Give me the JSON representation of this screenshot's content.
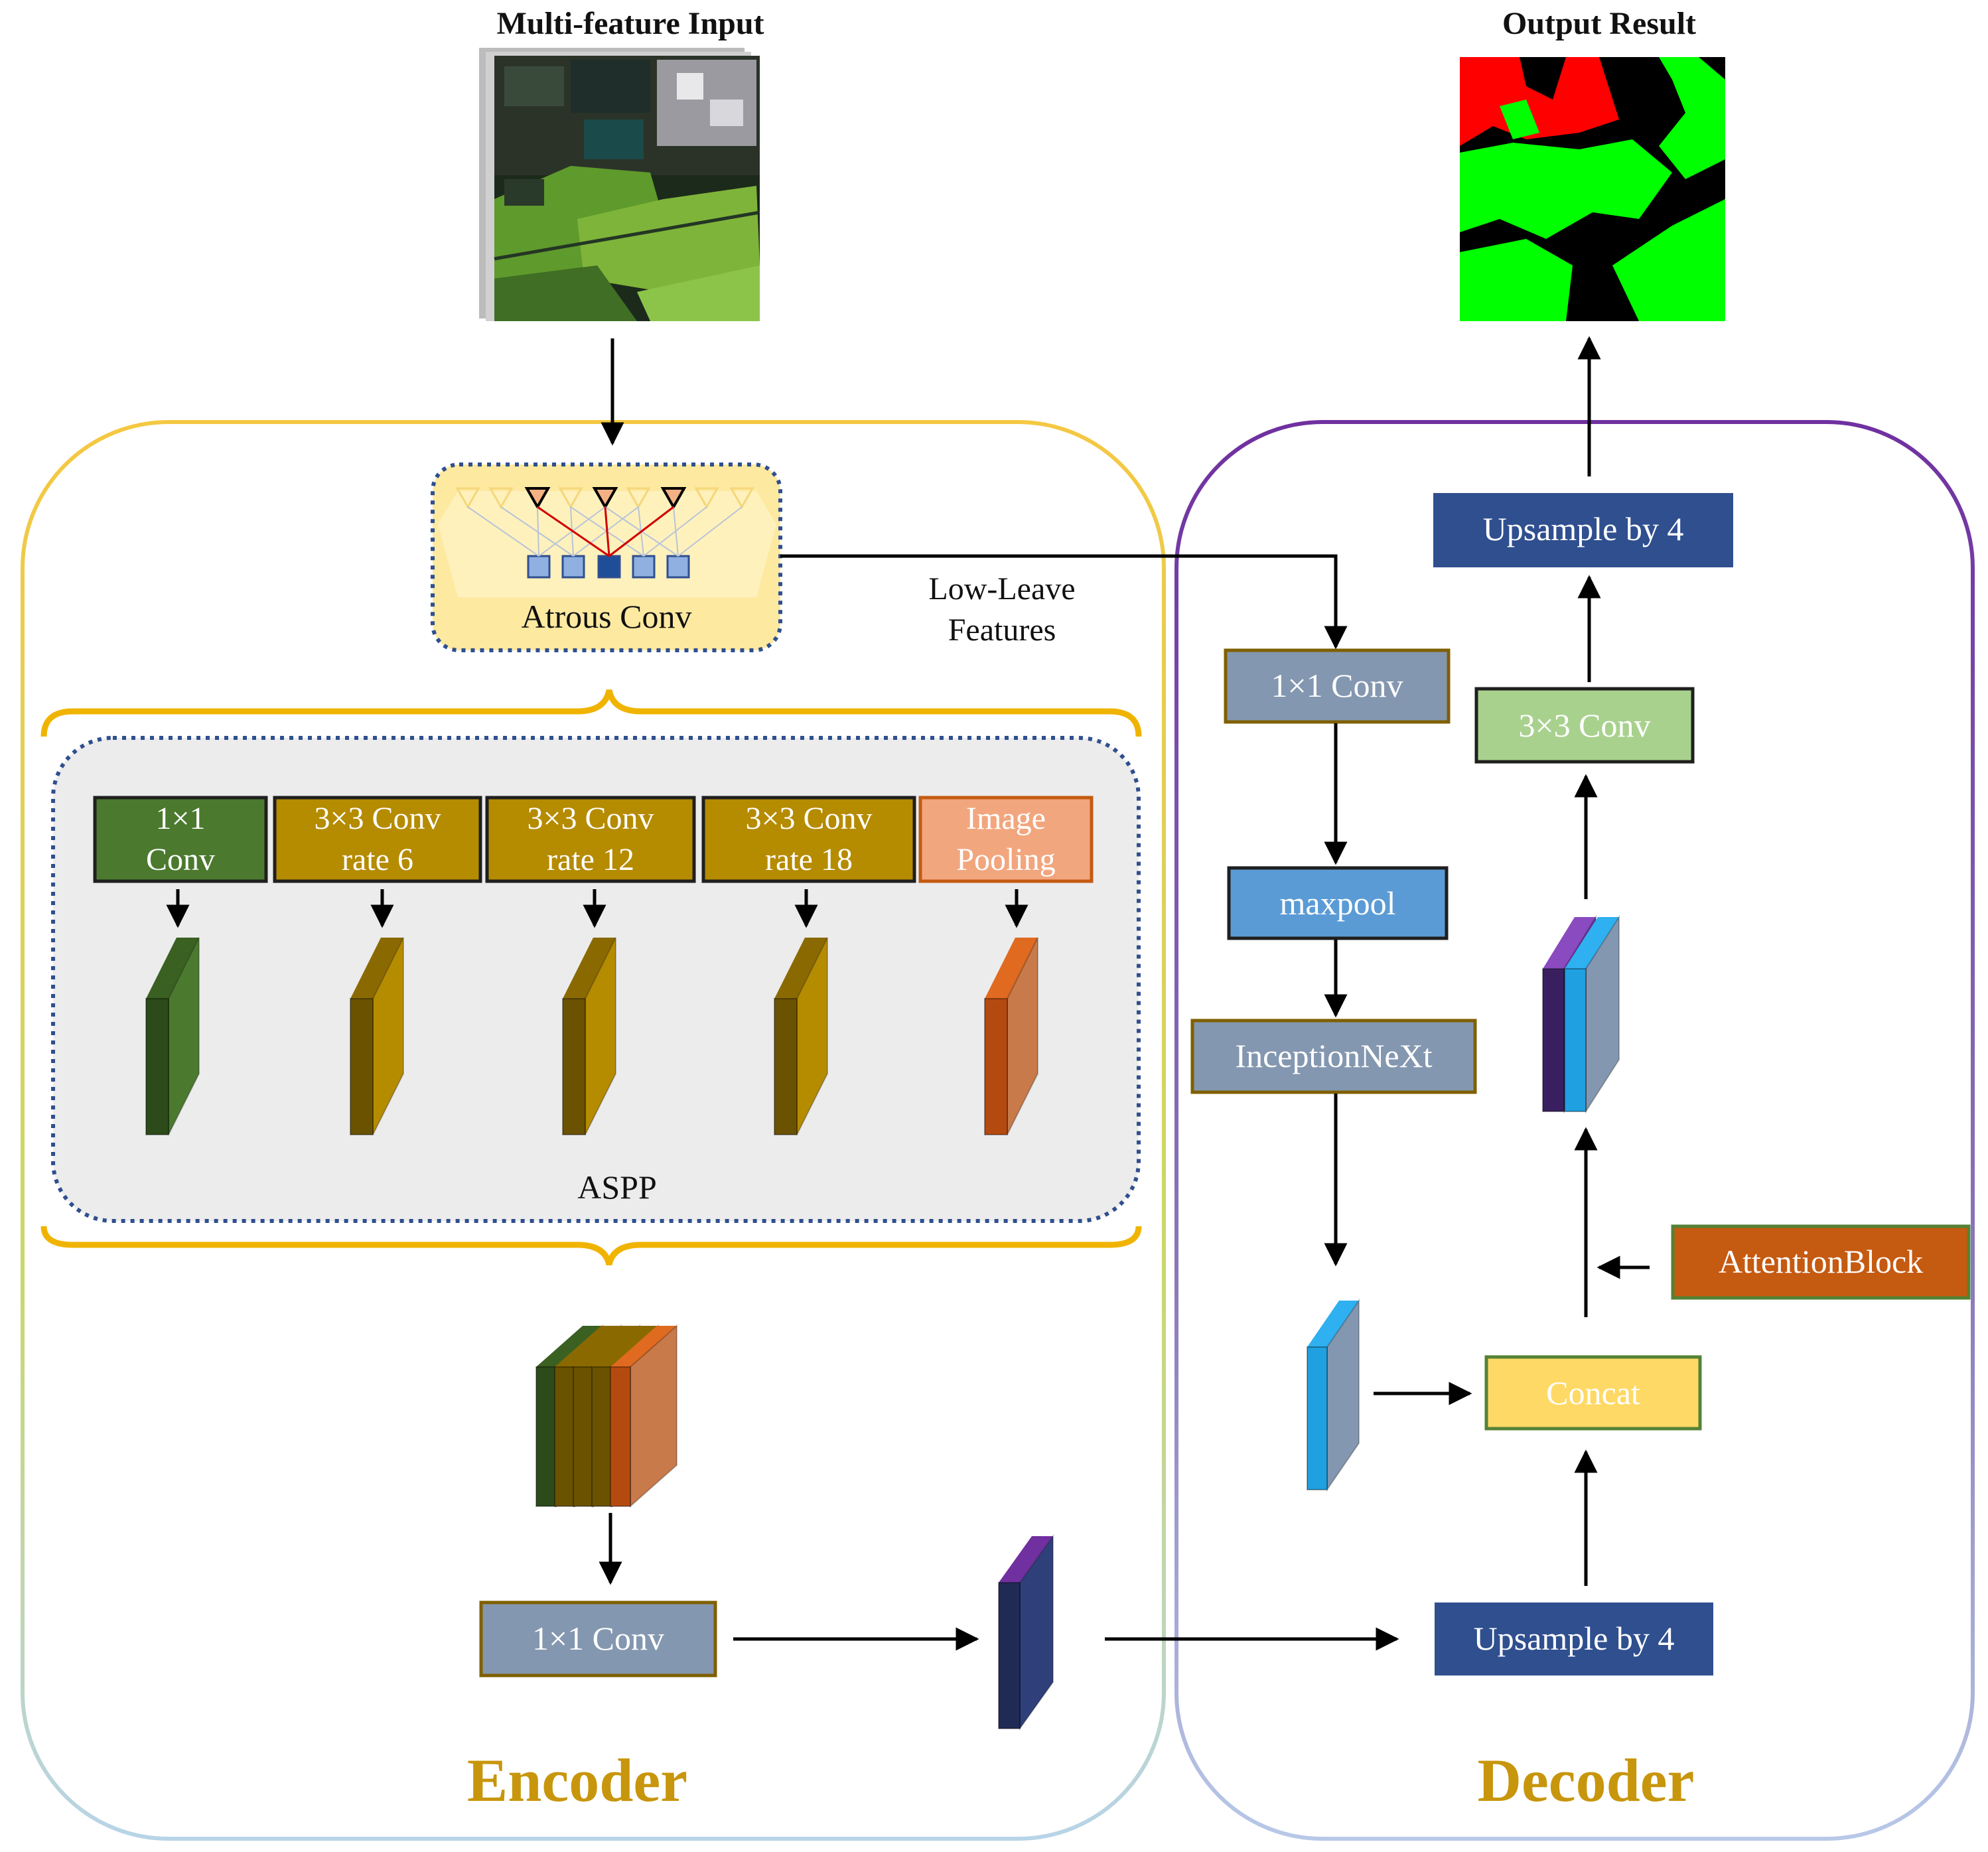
{
  "header": {
    "input_title": "Multi-feature Input",
    "output_title": "Output Result"
  },
  "encoder": {
    "label": "Encoder",
    "atrous_label": "Atrous Conv",
    "low_level_label_line1": "Low-Leave",
    "low_level_label_line2": "Features",
    "aspp_label": "ASPP",
    "branches": [
      {
        "line1": "1×1",
        "line2": "Conv",
        "fill": "#4b7a2f",
        "text": "#ffffff"
      },
      {
        "line1": "3×3 Conv",
        "line2": "rate 6",
        "fill": "#b58b00",
        "text": "#ffffff"
      },
      {
        "line1": "3×3 Conv",
        "line2": "rate 12",
        "fill": "#b58b00",
        "text": "#ffffff"
      },
      {
        "line1": "3×3 Conv",
        "line2": "rate 18",
        "fill": "#b58b00",
        "text": "#ffffff"
      },
      {
        "line1": "Image",
        "line2": "Pooling",
        "fill": "#f2a67e",
        "text": "#ffffff"
      }
    ],
    "conv1x1_label": "1×1 Conv"
  },
  "decoder": {
    "label": "Decoder",
    "conv1x1_label": "1×1 Conv",
    "maxpool_label": "maxpool",
    "inception_label": "InceptionNeXt",
    "concat_label": "Concat",
    "attention_label": "AttentionBlock",
    "conv3x3_label": "3×3 Conv",
    "upsample_top_label": "Upsample by 4",
    "upsample_bottom_label": "Upsample by 4"
  },
  "colors": {
    "encoder_border": "#f0c419",
    "decoder_border": "#7030a0",
    "title_gold": "#c8960c",
    "aspp_bg": "#ececec",
    "dot_border": "#2f4f8f",
    "atrous_bg": "#fde9a0",
    "gray_blue": "#8497b0",
    "dark_blue": "#2f4f8f",
    "sky_blue": "#5b9bd5",
    "light_green": "#a9d18e",
    "concat_yellow": "#ffd966",
    "attention_orange": "#c55a11"
  }
}
